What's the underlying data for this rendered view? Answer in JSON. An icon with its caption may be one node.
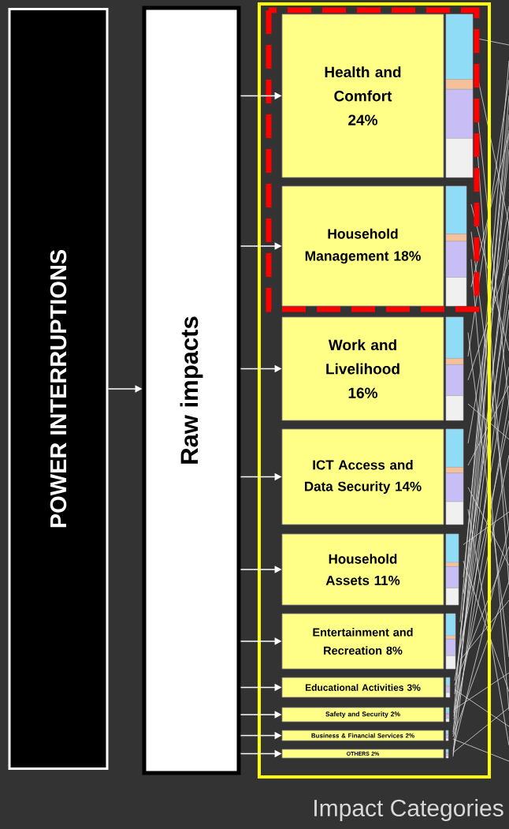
{
  "diagram": {
    "nodes": [
      {
        "text": [
          "POWER INTERRUPTIONS"
        ]
      },
      {
        "text": [
          "Raw impacts"
        ]
      },
      {
        "text": [
          "Impact Categories"
        ]
      },
      {
        "text": [
          "Health and Comfort 24%"
        ],
        "in": 2
      },
      {
        "text": [
          "Household Management 18%"
        ],
        "in": 2
      },
      {
        "text": [
          "Work and Livelihood 16%"
        ],
        "in": 2
      },
      {
        "text": [
          "ICT Access and Data Security 14%"
        ],
        "in": 2
      },
      {
        "text": [
          "Household Assets 11%"
        ],
        "in": 2
      },
      {
        "text": [
          "Entertainment and Recreation 8%"
        ],
        "in": 2
      },
      {
        "text": [
          "Educational Activities 3%"
        ],
        "in": 2
      },
      {
        "text": [
          "Safety and Security 2%"
        ],
        "in": 2
      },
      {
        "text": [
          "Business & Financial Services 2%"
        ],
        "in": 2
      },
      {
        "text": [
          "OTHERS 2%"
        ],
        "in": 2
      }
    ],
    "edges": [
      {
        "from": 0,
        "to": 1,
        "arrow": "to"
      },
      {
        "from": 1,
        "to": 3,
        "arrow": "to"
      },
      {
        "from": 1,
        "to": 4,
        "arrow": "to"
      },
      {
        "from": 1,
        "to": 5,
        "arrow": "to"
      },
      {
        "from": 1,
        "to": 6,
        "arrow": "to"
      },
      {
        "from": 1,
        "to": 7,
        "arrow": "to"
      },
      {
        "from": 1,
        "to": 8,
        "arrow": "to"
      },
      {
        "from": 1,
        "to": 9,
        "arrow": "to"
      },
      {
        "from": 1,
        "to": 10,
        "arrow": "to"
      },
      {
        "from": 1,
        "to": 11,
        "arrow": "to"
      },
      {
        "from": 1,
        "to": 12,
        "arrow": "to"
      }
    ]
  }
}
